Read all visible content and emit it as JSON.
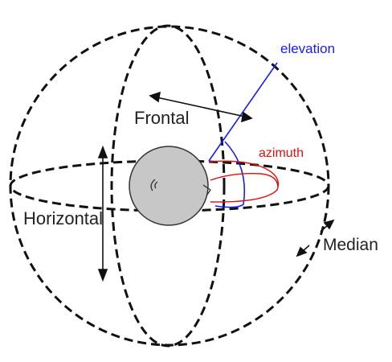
{
  "labels": {
    "elevation": "elevation",
    "frontal": "Frontal",
    "azimuth": "azimuth",
    "horizontal": "Horizontal",
    "median": "Median"
  },
  "colors": {
    "outline": "#111111",
    "head_fill": "#c7c7c7",
    "elevation": "#1a1aff",
    "azimuth": "#e01010",
    "text": "#222222"
  }
}
